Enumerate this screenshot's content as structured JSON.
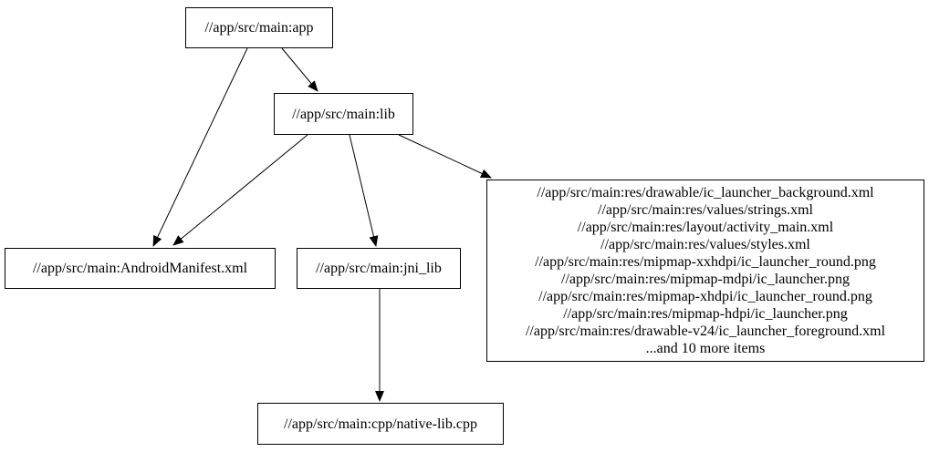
{
  "graph": {
    "background_color": "#ffffff",
    "stroke_color": "#000000",
    "nodes": {
      "app": {
        "label": "//app/src/main:app"
      },
      "lib": {
        "label": "//app/src/main:lib"
      },
      "manifest": {
        "label": "//app/src/main:AndroidManifest.xml"
      },
      "jni_lib": {
        "label": "//app/src/main:jni_lib"
      },
      "res": {
        "lines": [
          "//app/src/main:res/drawable/ic_launcher_background.xml",
          "//app/src/main:res/values/strings.xml",
          "//app/src/main:res/layout/activity_main.xml",
          "//app/src/main:res/values/styles.xml",
          "//app/src/main:res/mipmap-xxhdpi/ic_launcher_round.png",
          "//app/src/main:res/mipmap-mdpi/ic_launcher.png",
          "//app/src/main:res/mipmap-xhdpi/ic_launcher_round.png",
          "//app/src/main:res/mipmap-hdpi/ic_launcher.png",
          "//app/src/main:res/drawable-v24/ic_launcher_foreground.xml",
          "...and 10 more items"
        ]
      },
      "native": {
        "label": "//app/src/main:cpp/native-lib.cpp"
      }
    },
    "edges": [
      {
        "from": "//app/src/main:app",
        "to": "//app/src/main:lib"
      },
      {
        "from": "//app/src/main:app",
        "to": "//app/src/main:AndroidManifest.xml"
      },
      {
        "from": "//app/src/main:lib",
        "to": "//app/src/main:AndroidManifest.xml"
      },
      {
        "from": "//app/src/main:lib",
        "to": "//app/src/main:jni_lib"
      },
      {
        "from": "//app/src/main:lib",
        "to": "//app/src/main:res (resource files group)"
      },
      {
        "from": "//app/src/main:jni_lib",
        "to": "//app/src/main:cpp/native-lib.cpp"
      }
    ]
  }
}
